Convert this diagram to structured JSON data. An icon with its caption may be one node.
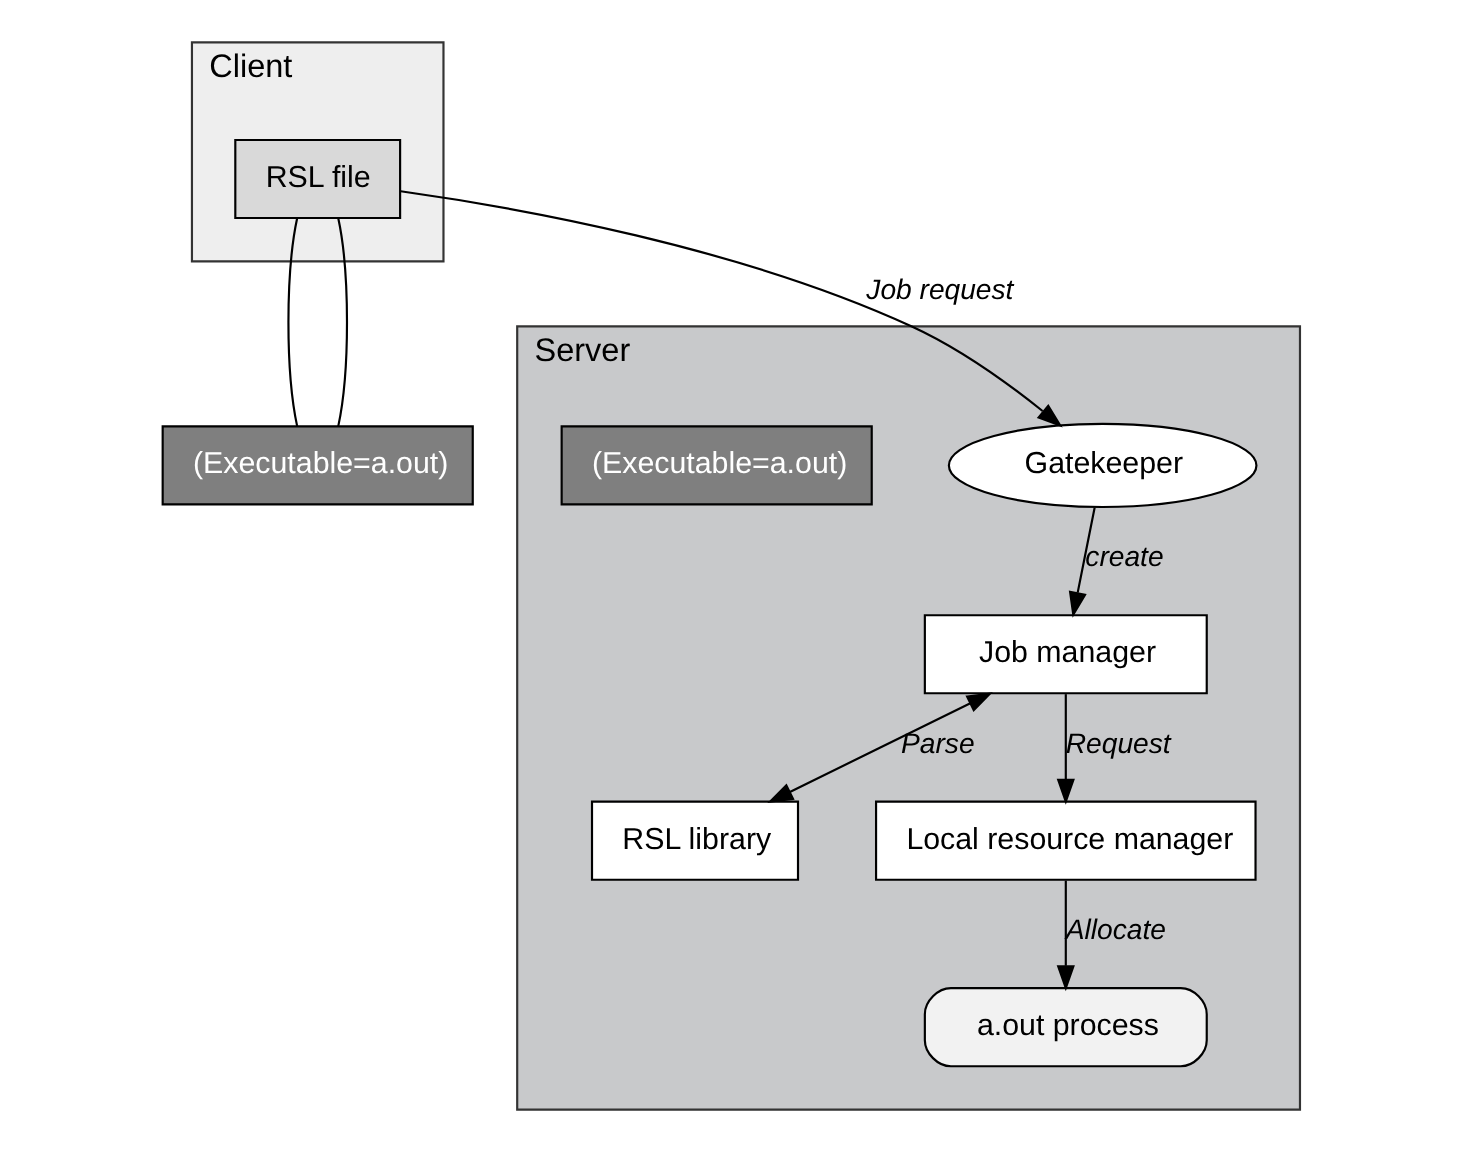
{
  "diagram": {
    "nodes": [
      {
        "text": [
          "Client"
        ]
      },
      {
        "text": [
          "RSL file"
        ],
        "in": 0
      },
      {
        "text": [
          "(Executable=a.out)"
        ]
      },
      {
        "text": [
          "Server"
        ]
      },
      {
        "text": [
          "Gatekeeper"
        ],
        "in": 3
      },
      {
        "text": [
          "Job manager"
        ],
        "in": 3
      },
      {
        "text": [
          "(Executable=a.out)"
        ],
        "in": 3
      },
      {
        "text": [
          "RSL library"
        ],
        "in": 3
      },
      {
        "text": [
          "Local resource manager"
        ],
        "in": 3
      },
      {
        "text": [
          "a.out process"
        ],
        "in": 3
      }
    ],
    "edges": [
      {
        "from": 1,
        "to": 2,
        "arrow": "none"
      },
      {
        "from": 1,
        "to": 2,
        "arrow": "none"
      },
      {
        "from": 1,
        "to": 4,
        "arrow": "to",
        "label": "Job request"
      },
      {
        "from": 4,
        "to": 5,
        "arrow": "to",
        "label": "create"
      },
      {
        "from": 5,
        "to": 7,
        "arrow": "both",
        "label": "Parse"
      },
      {
        "from": 5,
        "to": 8,
        "arrow": "to",
        "label": "Request"
      },
      {
        "from": 8,
        "to": 9,
        "arrow": "to",
        "label": "Allocate"
      }
    ]
  }
}
